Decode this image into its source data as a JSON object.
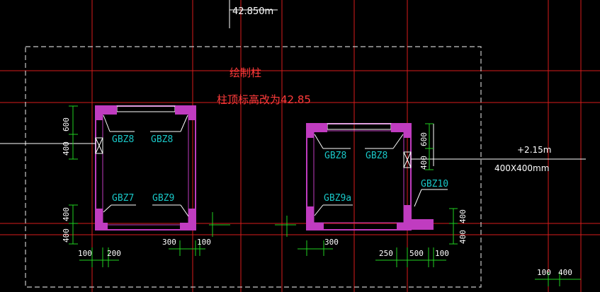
{
  "canvas": {
    "background": "#000000",
    "axis_color": "#d81b1b",
    "wall_color": "#c03cc0",
    "dim_color": "#20d020",
    "tag_color": "#19c7c7"
  },
  "annotations": {
    "line1": "绘制柱",
    "line2": "柱顶标高改为42.85"
  },
  "top_label": "42.850m",
  "right_note": {
    "line1": "+2.15m",
    "line2": "400X400mm"
  },
  "left_block": {
    "tags": [
      "GBZ8",
      "GBZ8",
      "GBZ7",
      "GBZ9"
    ],
    "dims_h": [
      "100",
      "200",
      "300",
      "100"
    ],
    "dims_v": [
      "600",
      "400",
      "400",
      "400"
    ]
  },
  "right_block": {
    "tags": [
      "GBZ8",
      "GBZ8",
      "GBZ9a",
      "GBZ10"
    ],
    "dims_h": [
      "300",
      "250",
      "500",
      "100"
    ],
    "dims_v": [
      "600",
      "400",
      "400",
      "400"
    ]
  },
  "corner_dims": [
    "100",
    "400"
  ]
}
